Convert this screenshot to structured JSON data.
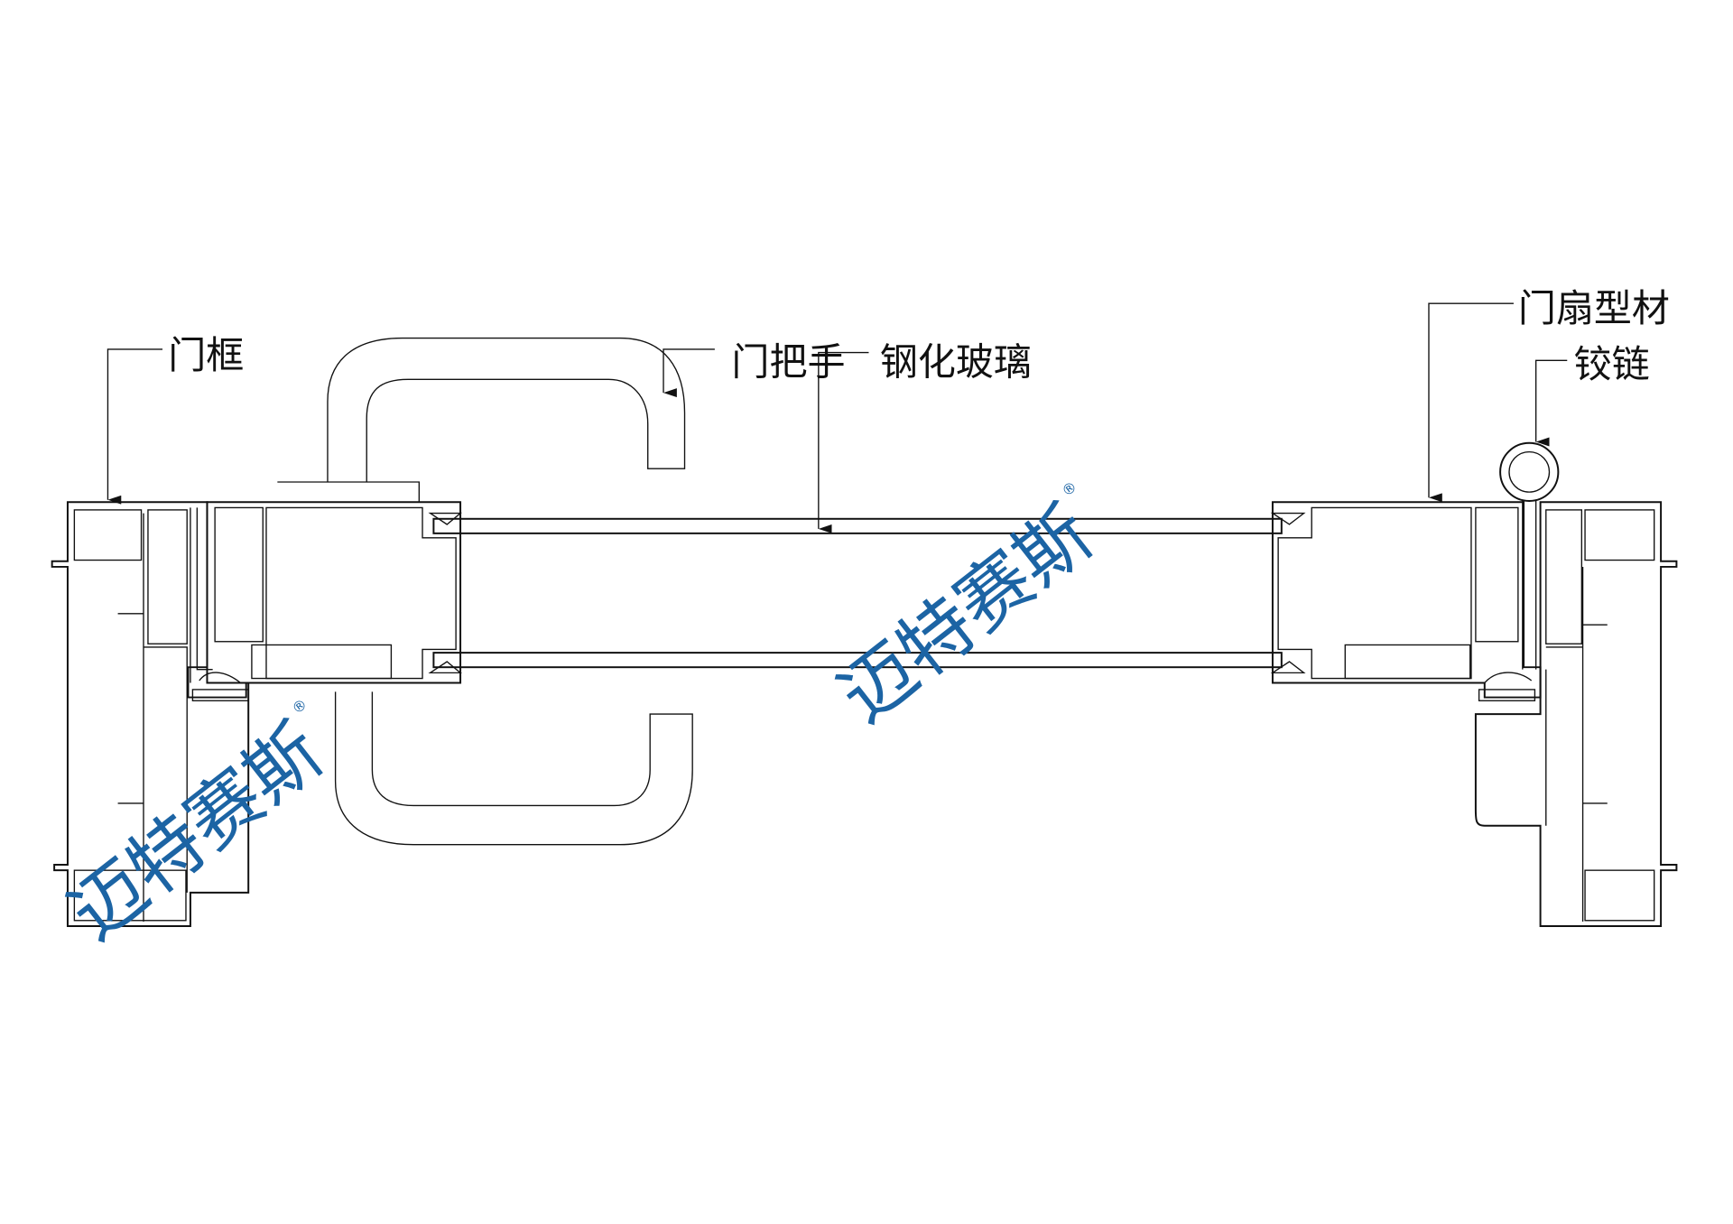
{
  "labels": {
    "door_frame": "门框",
    "door_handle": "门把手",
    "tempered_glass": "钢化玻璃",
    "door_sash_profile": "门扇型材",
    "hinge": "铰链"
  },
  "watermark": {
    "brand": "迈特赛斯",
    "registered_mark": "®"
  },
  "colors": {
    "line": "#111111",
    "watermark": "#1c64a4"
  }
}
